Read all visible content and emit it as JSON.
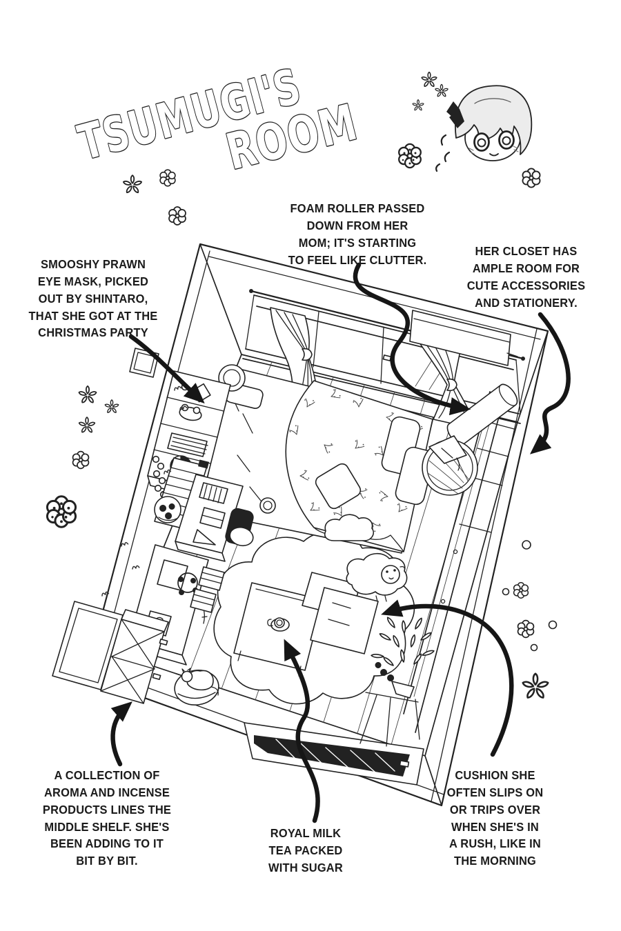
{
  "page": {
    "title_line1": "TSUMUGI'S",
    "title_line2": "ROOM",
    "ink_color": "#1c1c1c",
    "paper_color": "#ffffff"
  },
  "mascot": {
    "icon": "chibi-tsumugi-head-icon"
  },
  "decorations": {
    "icons": [
      "flower-doodle-icon",
      "star-flower-doodle-icon",
      "dotted-flower-doodle-icon",
      "sparkle-doodle-icon"
    ]
  },
  "annotations": {
    "eye_mask": {
      "text": "SMOOSHY PRAWN\nEYE MASK, PICKED\nOUT BY SHINTARO,\nTHAT SHE GOT AT THE\nCHRISTMAS PARTY"
    },
    "foam_roller": {
      "text": "FOAM ROLLER PASSED\nDOWN FROM HER\nMOM; IT'S STARTING\nTO FEEL LIKE CLUTTER."
    },
    "closet": {
      "text": "HER CLOSET HAS\nAMPLE ROOM FOR\nCUTE ACCESSORIES\nAND STATIONERY."
    },
    "aroma_shelf": {
      "text": "A COLLECTION OF\nAROMA AND INCENSE\nPRODUCTS LINES THE\nMIDDLE SHELF. SHE'S\nBEEN ADDING TO IT\nBIT BY BIT."
    },
    "milk_tea": {
      "text": "ROYAL MILK\nTEA PACKED\nWITH SUGAR"
    },
    "cushion": {
      "text": "CUSHION SHE\nOFTEN SLIPS ON\nOR TRIPS OVER\nWHEN SHE'S IN\nA RUSH, LIKE IN\nTHE MORNING"
    }
  }
}
